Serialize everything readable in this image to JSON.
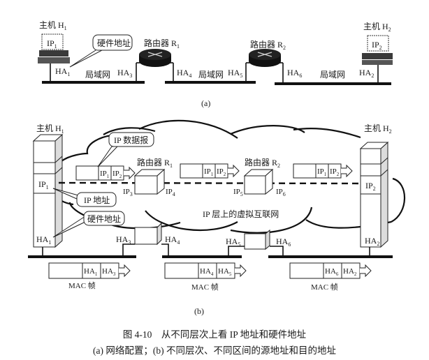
{
  "figure": {
    "title": "图 4-10　从不同层次上看 IP 地址和硬件地址",
    "subtitle": "(a) 网络配置；(b) 不同层次、不同区间的源地址和目的地址"
  },
  "part_a": {
    "label": "(a)",
    "host1": {
      "name": "主机 H",
      "sub": "1",
      "ip": "IP",
      "ip_sub": "1",
      "ha": "HA",
      "ha_sub": "1"
    },
    "host2": {
      "name": "主机 H",
      "sub": "2",
      "ip": "IP",
      "ip_sub": "2",
      "ha": "HA",
      "ha_sub": "2"
    },
    "router1": {
      "name": "路由器 R",
      "sub": "1",
      "left_ha": "HA",
      "left_ha_sub": "3",
      "right_ha": "HA",
      "right_ha_sub": "4"
    },
    "router2": {
      "name": "路由器 R",
      "sub": "2",
      "left_ha": "HA",
      "left_ha_sub": "5",
      "right_ha": "HA",
      "right_ha_sub": "6"
    },
    "callout_hw": "硬件地址",
    "lans": [
      "局域网",
      "局域网",
      "局域网"
    ]
  },
  "part_b": {
    "label": "(b)",
    "host1": {
      "name": "主机 H",
      "sub": "1",
      "ip": "IP",
      "ip_sub": "1",
      "ha": "HA",
      "ha_sub": "1"
    },
    "host2": {
      "name": "主机 H",
      "sub": "2",
      "ip": "IP",
      "ip_sub": "2",
      "ha": "HA",
      "ha_sub": "2"
    },
    "router1": {
      "name": "路由器 R",
      "sub": "1",
      "ip_left": "IP",
      "ip_left_sub": "3",
      "ip_right": "IP",
      "ip_right_sub": "4",
      "ha_left": "HA",
      "ha_left_sub": "3",
      "ha_right": "HA",
      "ha_right_sub": "4"
    },
    "router2": {
      "name": "路由器 R",
      "sub": "2",
      "ip_left": "IP",
      "ip_left_sub": "5",
      "ip_right": "IP",
      "ip_right_sub": "6",
      "ha_left": "HA",
      "ha_left_sub": "5",
      "ha_right": "HA",
      "ha_right_sub": "6"
    },
    "callout_datagram": "IP 数据报",
    "callout_ip": "IP 地址",
    "callout_hw": "硬件地址",
    "cloud_label": "IP 层上的虚拟互联网",
    "datagrams": [
      {
        "src": "IP",
        "src_sub": "1",
        "dst": "IP",
        "dst_sub": "2"
      },
      {
        "src": "IP",
        "src_sub": "1",
        "dst": "IP",
        "dst_sub": "2"
      },
      {
        "src": "IP",
        "src_sub": "1",
        "dst": "IP",
        "dst_sub": "2"
      }
    ],
    "mac_frames": [
      {
        "src": "HA",
        "src_sub": "1",
        "dst": "HA",
        "dst_sub": "3",
        "label": "MAC 帧"
      },
      {
        "src": "HA",
        "src_sub": "4",
        "dst": "HA",
        "dst_sub": "5",
        "label": "MAC 帧"
      },
      {
        "src": "HA",
        "src_sub": "6",
        "dst": "HA",
        "dst_sub": "2",
        "label": "MAC 帧"
      }
    ]
  }
}
